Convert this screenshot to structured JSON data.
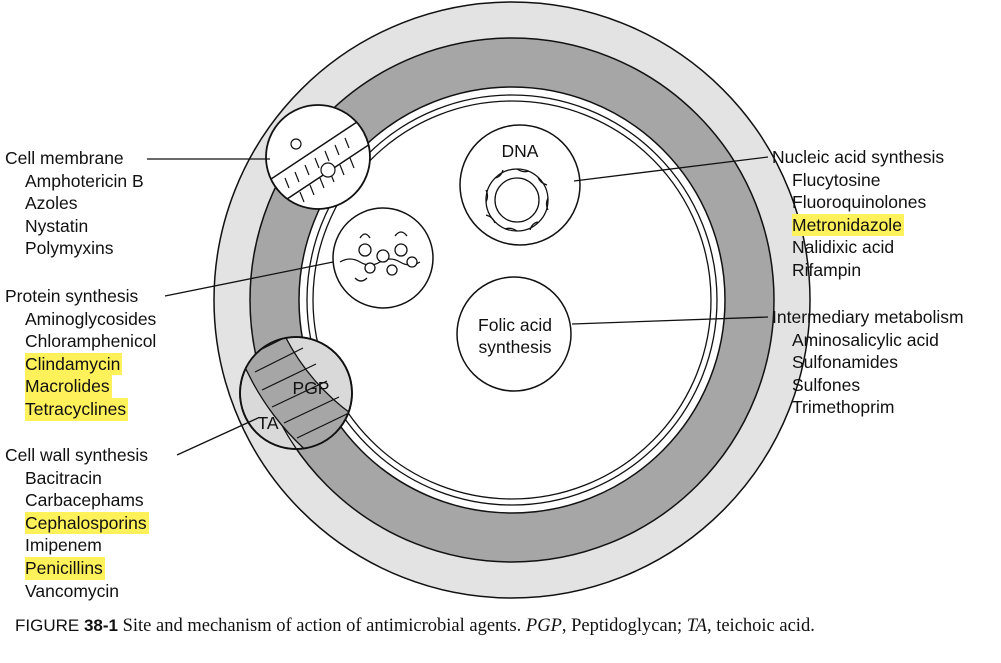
{
  "groups": {
    "cell_membrane": {
      "heading": "Cell membrane",
      "items": [
        {
          "text": "Amphotericin B",
          "highlight": false
        },
        {
          "text": "Azoles",
          "highlight": false
        },
        {
          "text": "Nystatin",
          "highlight": false
        },
        {
          "text": "Polymyxins",
          "highlight": false
        }
      ]
    },
    "protein_synthesis": {
      "heading": "Protein synthesis",
      "items": [
        {
          "text": "Aminoglycosides",
          "highlight": false
        },
        {
          "text": "Chloramphenicol",
          "highlight": false
        },
        {
          "text": "Clindamycin",
          "highlight": true
        },
        {
          "text": "Macrolides",
          "highlight": true
        },
        {
          "text": "Tetracyclines",
          "highlight": true
        }
      ]
    },
    "cell_wall_synthesis": {
      "heading": "Cell wall synthesis",
      "items": [
        {
          "text": "Bacitracin",
          "highlight": false
        },
        {
          "text": "Carbacephams",
          "highlight": false
        },
        {
          "text": "Cephalosporins",
          "highlight": true
        },
        {
          "text": "Imipenem",
          "highlight": false
        },
        {
          "text": "Penicillins",
          "highlight": true
        },
        {
          "text": "Vancomycin",
          "highlight": false
        }
      ]
    },
    "nucleic_acid_synthesis": {
      "heading": "Nucleic acid synthesis",
      "items": [
        {
          "text": "Flucytosine",
          "highlight": false
        },
        {
          "text": "Fluoroquinolones",
          "highlight": false
        },
        {
          "text": "Metronidazole",
          "highlight": true
        },
        {
          "text": "Nalidixic acid",
          "highlight": false
        },
        {
          "text": "Rifampin",
          "highlight": false
        }
      ]
    },
    "intermediary_metabolism": {
      "heading": "Intermediary metabolism",
      "items": [
        {
          "text": "Aminosalicylic acid",
          "highlight": false
        },
        {
          "text": "Sulfonamides",
          "highlight": false
        },
        {
          "text": "Sulfones",
          "highlight": false
        },
        {
          "text": "Trimethoprim",
          "highlight": false
        }
      ]
    }
  },
  "diagram_labels": {
    "dna": "DNA",
    "folic_line1": "Folic acid",
    "folic_line2": "synthesis",
    "pgp": "PGP",
    "ta": "TA"
  },
  "caption": {
    "prefix": "FIGURE ",
    "number": "38-1",
    "text_1": " Site and mechanism of action of antimicrobial agents. ",
    "abbr_1": "PGP",
    "text_2": ", Peptidoglycan; ",
    "abbr_2": "TA",
    "text_3": ", teichoic acid."
  },
  "colors": {
    "highlight": "#fff15a",
    "outer_ring": "#e3e3e3",
    "inner_ring": "#a6a6a6",
    "line": "#111111"
  }
}
